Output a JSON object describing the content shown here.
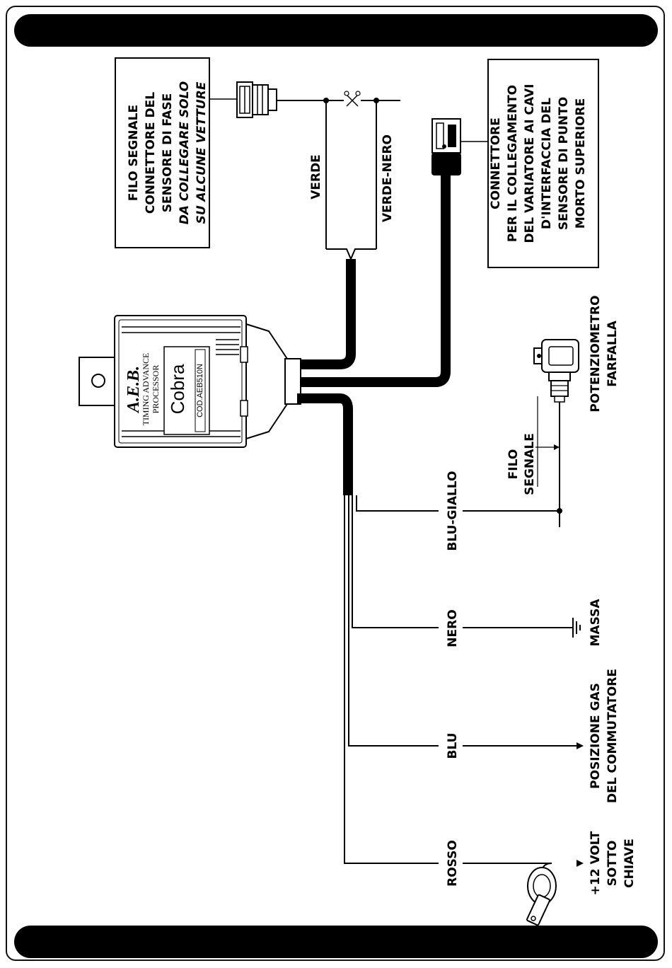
{
  "labels": {
    "phase_box": [
      "FILO SEGNALE",
      "CONNETTORE DEL",
      "SENSORE DI FASE",
      "DA COLLEGARE SOLO",
      "SU ALCUNE VETTURE"
    ],
    "connector_box": [
      "CONNETTORE",
      "PER IL COLLEGAMENTO",
      "DEL VARIATORE AI CAVI",
      "D'INTERFACCIA DEL",
      "SENSORE DI PUNTO",
      "MORTO SUPERIORE"
    ],
    "verde": "VERDE",
    "verde_nero": "VERDE-NERO",
    "potenziometro": [
      "POTENZIOMETRO",
      "FARFALLA"
    ],
    "filo_segnale": [
      "FILO",
      "SEGNALE"
    ],
    "blu_giallo": "BLU-GIALLO",
    "nero": "NERO",
    "massa": "MASSA",
    "blu": "BLU",
    "posizione": [
      "POSIZIONE GAS",
      "DEL COMMUTATORE"
    ],
    "rosso": "ROSSO",
    "volt": [
      "+12 VOLT",
      "SOTTO",
      "CHIAVE"
    ]
  },
  "device": {
    "brand": "A.E.B.",
    "line1": "TIMING ADVANCE",
    "line2": "PROCESSOR",
    "name": "Cobra",
    "code": "COD.AEB510N"
  }
}
